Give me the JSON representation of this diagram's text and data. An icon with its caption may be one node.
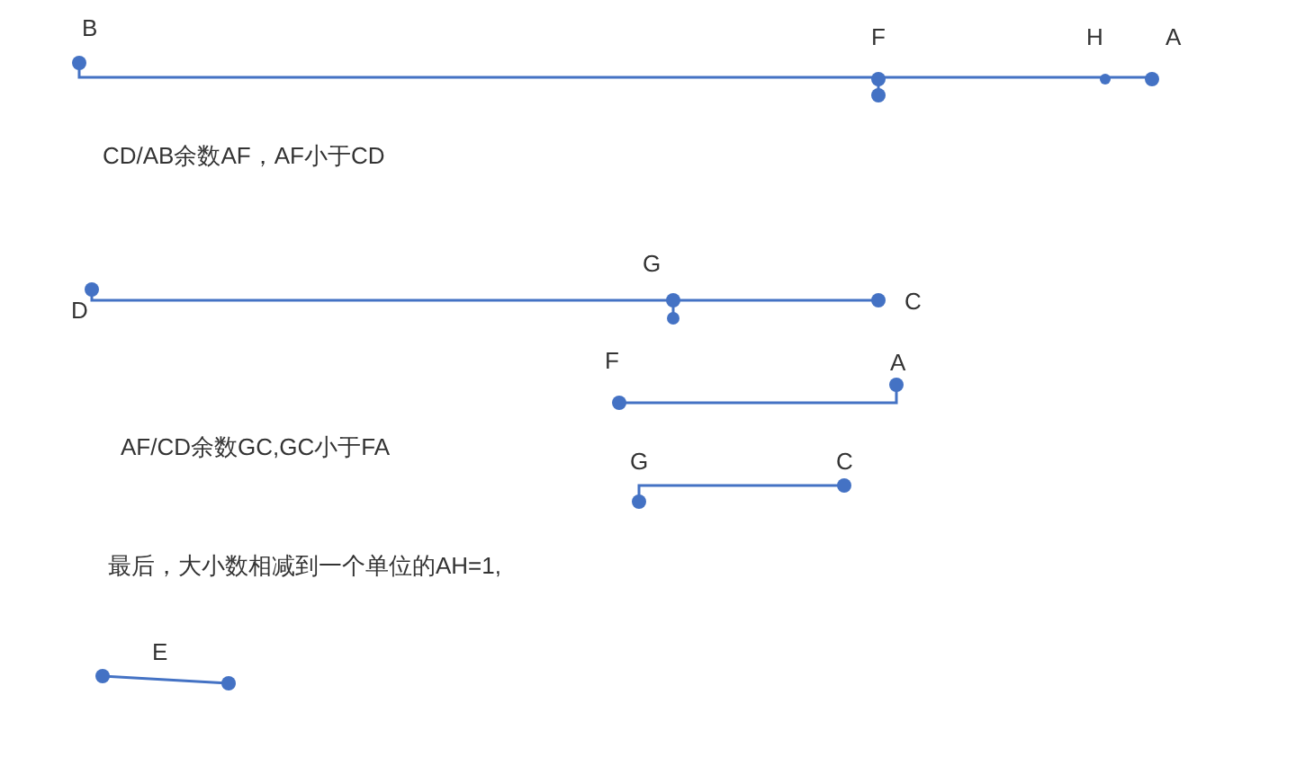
{
  "diagram": {
    "labels": [
      "B",
      "F",
      "H",
      "A",
      "CD/AB余数AF，AF小于CD",
      "G",
      "D",
      "C",
      "F",
      "A",
      "AF/CD余数GC,GC小于FA",
      "G",
      "C",
      "最后，大小数相减到一个单位的AH=1,",
      "E"
    ]
  }
}
